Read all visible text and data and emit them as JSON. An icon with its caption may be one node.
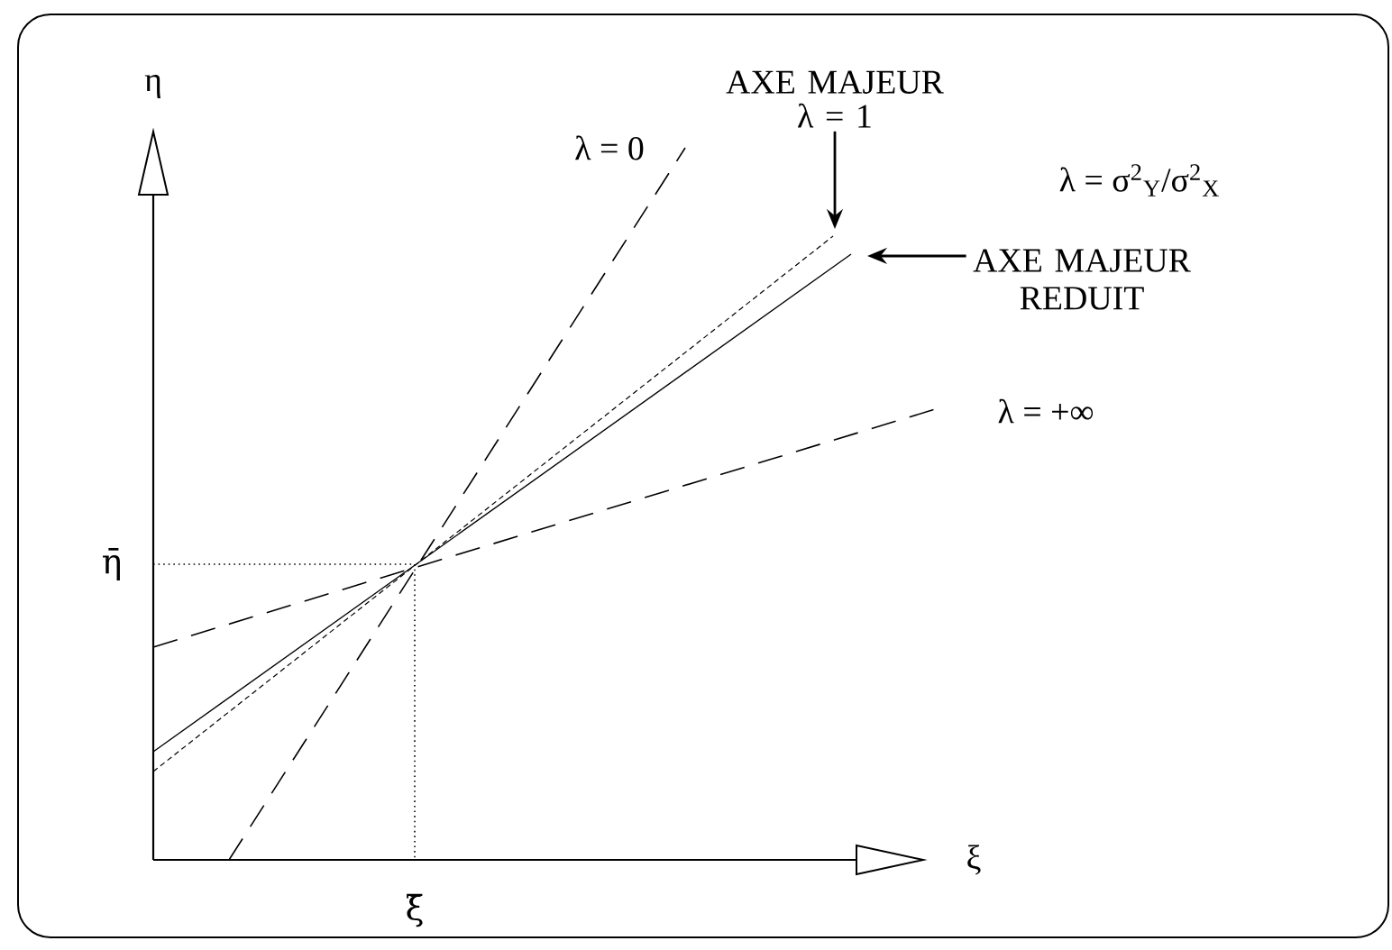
{
  "diagram": {
    "nodes": [
      {
        "text": [
          "AXE MAJEUR",
          "λ = 1"
        ]
      },
      {
        "text": [
          "AXE MAJEUR REDUIT"
        ]
      }
    ],
    "edges": [
      {
        "from": 0,
        "to": null,
        "arrow": "to"
      },
      {
        "from": 1,
        "to": null,
        "arrow": "to"
      }
    ],
    "labels": [
      "η",
      "λ = 0",
      "λ = σ$^{2}$$_{Y}$/σ$^{2}$$_{X}$",
      "λ = +∞",
      "η̄",
      "ξ",
      "ξ̄"
    ]
  }
}
